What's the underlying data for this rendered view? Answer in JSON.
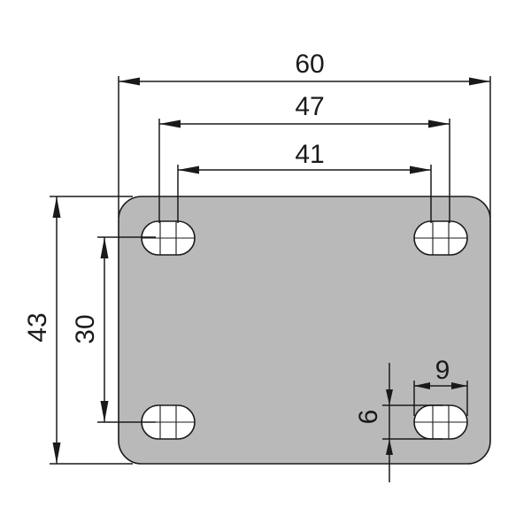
{
  "drawing": {
    "colors": {
      "plate_fill": "#b9b9b9",
      "line": "#1a1a1a",
      "background": "#ffffff"
    },
    "dimensions": {
      "overall_width": "60",
      "outer_hole_span": "47",
      "inner_hole_span": "41",
      "overall_height": "43",
      "hole_pitch_vertical": "30",
      "slot_length": "9",
      "slot_width": "6"
    }
  }
}
